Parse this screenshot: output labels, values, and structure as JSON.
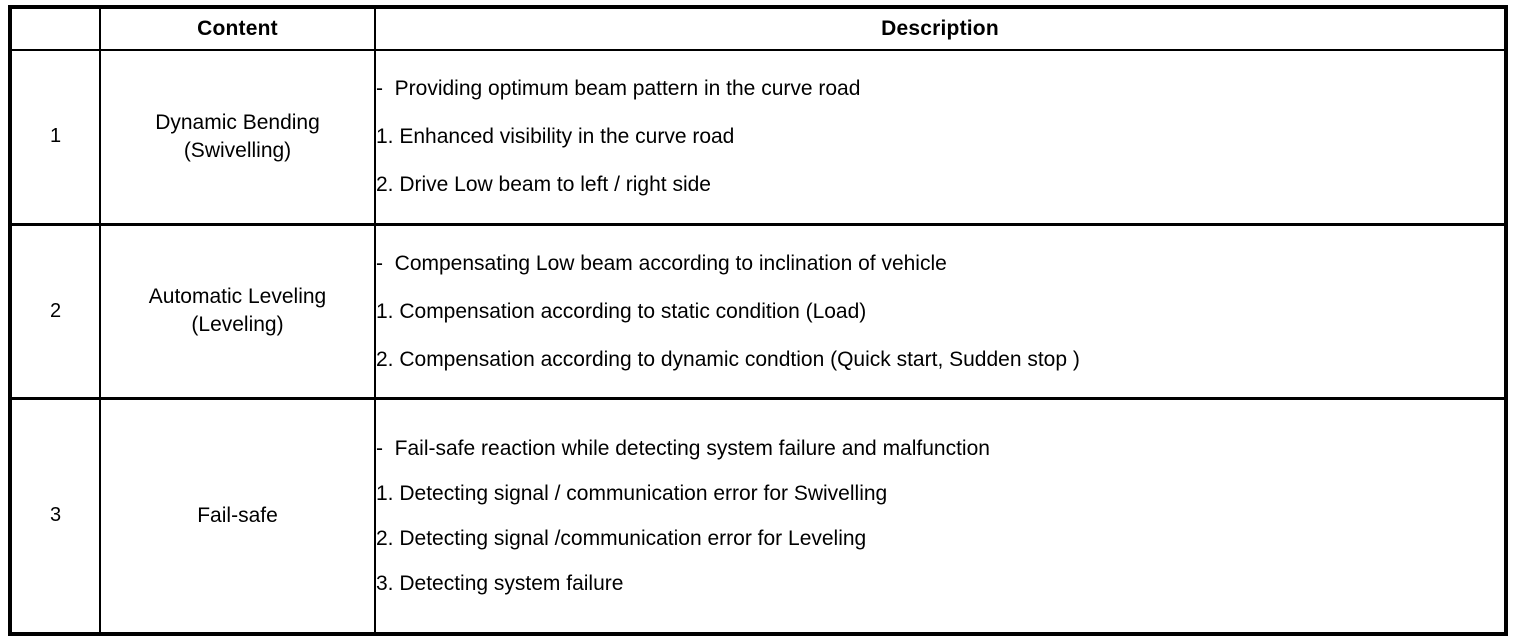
{
  "table": {
    "columns": [
      {
        "key": "index",
        "label": ""
      },
      {
        "key": "content",
        "label": "Content"
      },
      {
        "key": "description",
        "label": "Description"
      }
    ],
    "rows": [
      {
        "index": "1",
        "content_line1": "Dynamic Bending",
        "content_line2": "(Swivelling)",
        "description": [
          "-  Providing optimum beam pattern in the curve road",
          "1. Enhanced visibility in the curve road",
          "2. Drive Low beam to left / right side"
        ]
      },
      {
        "index": "2",
        "content_line1": "Automatic Leveling",
        "content_line2": "(Leveling)",
        "description": [
          "-  Compensating Low beam according to inclination of vehicle",
          "1. Compensation according to static condition (Load)",
          "2. Compensation according to dynamic condtion (Quick start, Sudden stop )"
        ]
      },
      {
        "index": "3",
        "content_line1": "Fail-safe",
        "content_line2": "",
        "description": [
          "-  Fail-safe reaction while detecting system failure and malfunction",
          "1. Detecting signal / communication error for Swivelling",
          "2. Detecting signal /communication error for Leveling",
          "3. Detecting system failure"
        ]
      }
    ]
  },
  "colors": {
    "border": "#000000",
    "text": "#000000",
    "background": "#ffffff"
  }
}
